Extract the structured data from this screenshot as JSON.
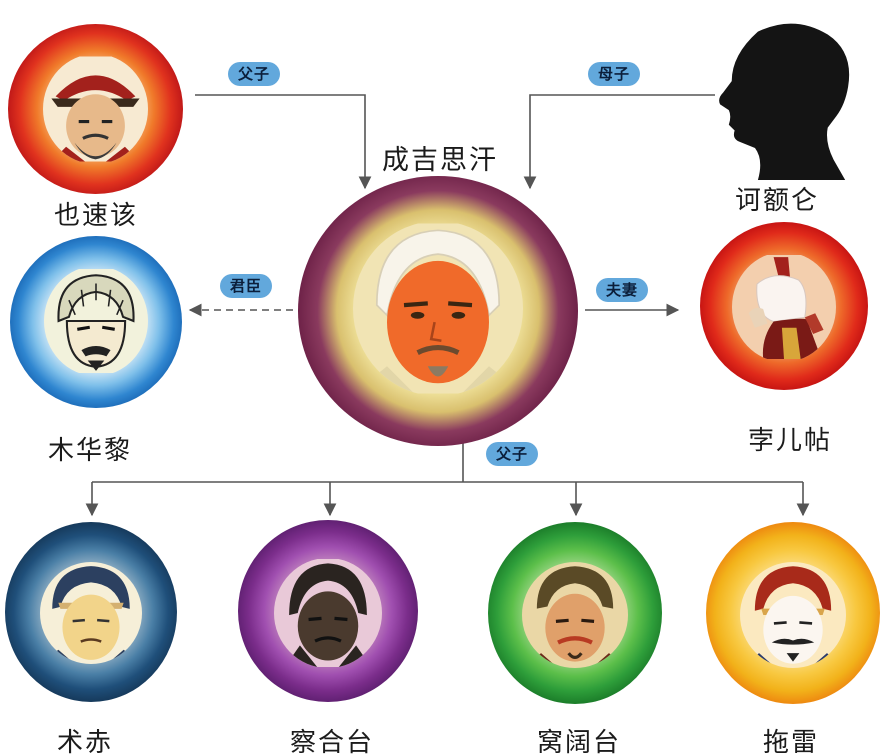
{
  "center": {
    "name": "成吉思汗"
  },
  "people": {
    "yesugei": {
      "name": "也速该"
    },
    "hoelun": {
      "name": "诃额仑"
    },
    "muqali": {
      "name": "木华黎"
    },
    "borte": {
      "name": "孛儿帖"
    },
    "jochi": {
      "name": "术赤"
    },
    "chagatai": {
      "name": "察合台"
    },
    "ogedei": {
      "name": "窝阔台"
    },
    "tolui": {
      "name": "拖雷"
    }
  },
  "relations": {
    "father_son_top": "父子",
    "mother_son": "母子",
    "ruler_minister": "君臣",
    "husband_wife": "夫妻",
    "father_son_bottom": "父子"
  },
  "colors": {
    "yesugei_halo": "#e0321e",
    "muqali_halo": "#2f86d0",
    "center_halo": "#6e2248",
    "borte_halo": "#e02a1a",
    "jochi_halo": "#1f4f7a",
    "chagatai_halo": "#7b2d8b",
    "ogedei_halo": "#2e9e3a",
    "tolui_halo": "#f2b21a",
    "relation_pill": "#62a8dc",
    "line": "#555555"
  },
  "icons": {
    "arrow": "arrow-head",
    "silhouette": "woman-silhouette-icon"
  }
}
